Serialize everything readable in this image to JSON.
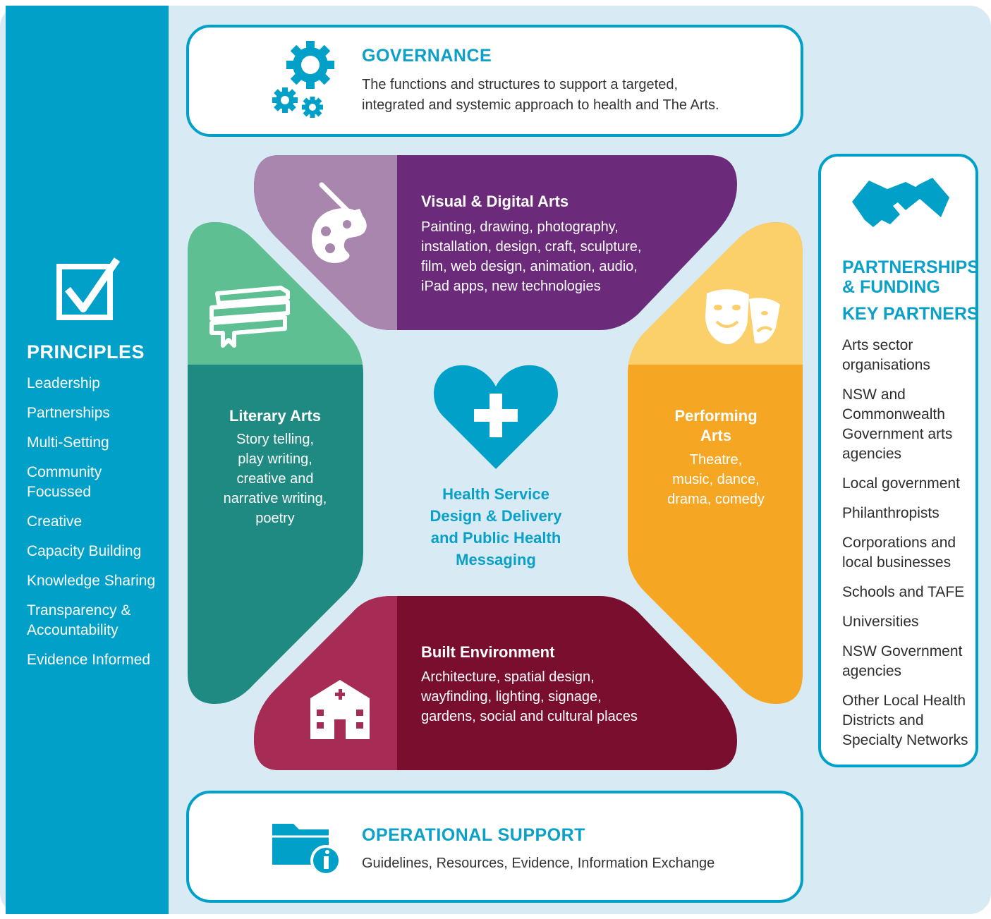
{
  "principles": {
    "title": "PRINCIPLES",
    "items": [
      "Leadership",
      "Partnerships",
      "Multi-Setting",
      "Community\nFocussed",
      "Creative",
      "Capacity Building",
      "Knowledge Sharing",
      "Transparency &\nAccountability",
      "Evidence Informed"
    ]
  },
  "governance": {
    "title": "GOVERNANCE",
    "text": "The functions and structures to support a targeted,\nintegrated and systemic approach to health and The Arts."
  },
  "operational": {
    "title": "OPERATIONAL SUPPORT",
    "text": "Guidelines, Resources, Evidence, Information Exchange"
  },
  "visual_arts": {
    "title": "Visual & Digital Arts",
    "text": "Painting, drawing, photography,\ninstallation, design, craft, sculpture,\nfilm, web design, animation, audio,\niPad apps, new technologies"
  },
  "literary_arts": {
    "title": "Literary Arts",
    "text": "Story telling,\nplay writing,\ncreative and\nnarrative writing,\npoetry"
  },
  "performing_arts": {
    "title": "Performing\nArts",
    "text": "Theatre,\nmusic, dance,\ndrama, comedy"
  },
  "built_environment": {
    "title": "Built Environment",
    "text": "Architecture, spatial design,\nwayfinding, lighting, signage,\ngardens, social and cultural places"
  },
  "center": {
    "text": "Health Service\nDesign & Delivery\nand Public Health\nMessaging"
  },
  "partnerships": {
    "title": "PARTNERSHIPS\n& FUNDING",
    "subtitle": "KEY PARTNERS",
    "items": [
      "Arts sector\norganisations",
      "NSW and\nCommonwealth\nGovernment arts\nagencies",
      "Local government",
      "Philanthropists",
      "Corporations and\nlocal businesses",
      "Schools and TAFE",
      "Universities",
      "NSW Government\nagencies",
      "Other Local Health\nDistricts and\nSpecialty Networks"
    ]
  },
  "colors": {
    "sidebar_blue": "#00a0c8",
    "bg_light": "#d8eaf3",
    "visual_dark": "#6b2a7a",
    "visual_light": "#a886ae",
    "literary_dark": "#1e8a82",
    "literary_light": "#5ebf92",
    "performing_dark": "#f5a623",
    "performing_light": "#fbcf6a",
    "built_dark": "#7a0e2e",
    "built_light": "#a62b55"
  },
  "icons": [
    "gears-icon",
    "checkbox-icon",
    "palette-icon",
    "books-icon",
    "masks-icon",
    "hospital-icon",
    "heart-plus-icon",
    "handshake-icon",
    "folder-info-icon"
  ]
}
